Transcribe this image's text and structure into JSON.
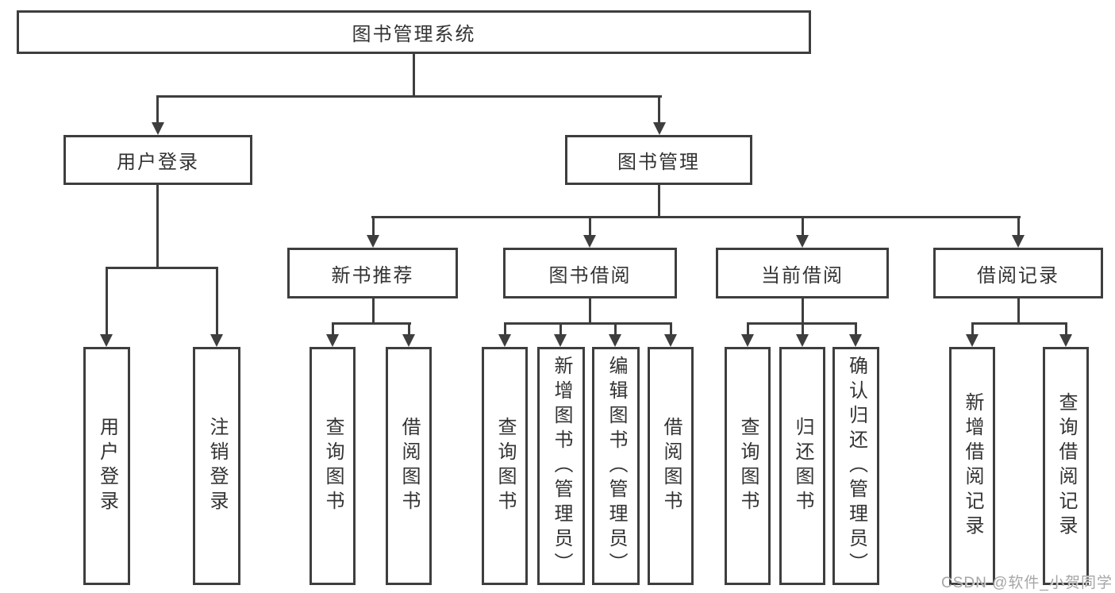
{
  "tree": {
    "label": "图书管理系统",
    "children": [
      {
        "label": "用户登录",
        "children": [
          {
            "label": "用户登录"
          },
          {
            "label": "注销登录"
          }
        ]
      },
      {
        "label": "图书管理",
        "children": [
          {
            "label": "新书推荐",
            "children": [
              {
                "label": "查询图书"
              },
              {
                "label": "借阅图书"
              }
            ]
          },
          {
            "label": "图书借阅",
            "children": [
              {
                "label": "查询图书"
              },
              {
                "label": "新增图书（管理员）"
              },
              {
                "label": "编辑图书（管理员）"
              },
              {
                "label": "借阅图书"
              }
            ]
          },
          {
            "label": "当前借阅",
            "children": [
              {
                "label": "查询图书"
              },
              {
                "label": "归还图书"
              },
              {
                "label": "确认归还（管理员）"
              }
            ]
          },
          {
            "label": "借阅记录",
            "children": [
              {
                "label": "新增借阅记录"
              },
              {
                "label": "查询借阅记录"
              }
            ]
          }
        ]
      }
    ]
  },
  "watermark": "CSDN @软件_小贺同学",
  "colors": {
    "line": "#3e3e3e",
    "text": "#333333",
    "background": "#ffffff",
    "watermark": "#a6a6a6"
  }
}
